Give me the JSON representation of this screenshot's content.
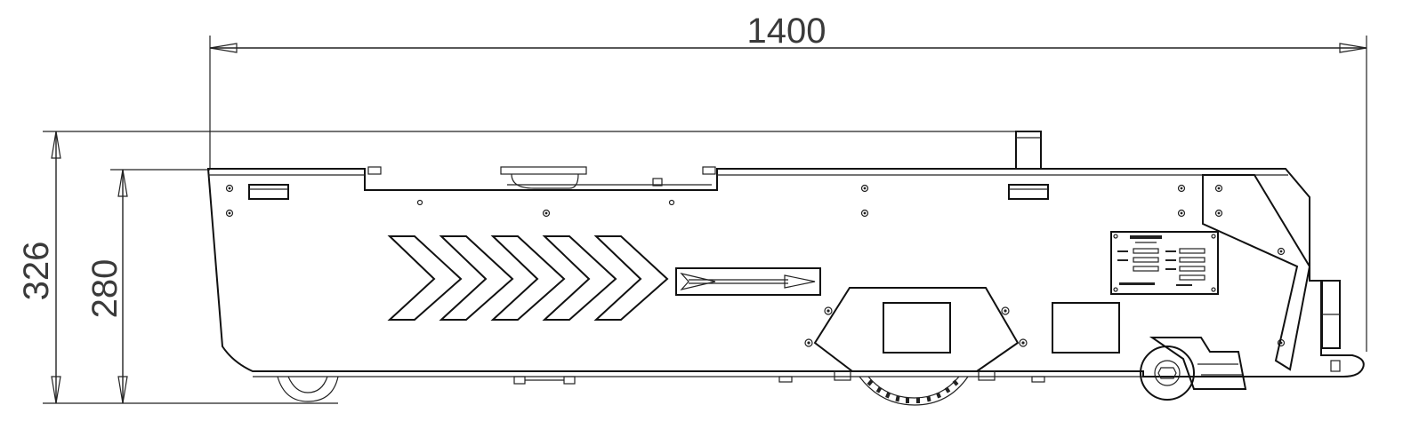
{
  "dimensions": {
    "overall_length": "1400",
    "overall_height": "326",
    "body_height": "280"
  },
  "colors": {
    "line": "#111111",
    "text": "#3a3a3a",
    "background": "#ffffff"
  }
}
